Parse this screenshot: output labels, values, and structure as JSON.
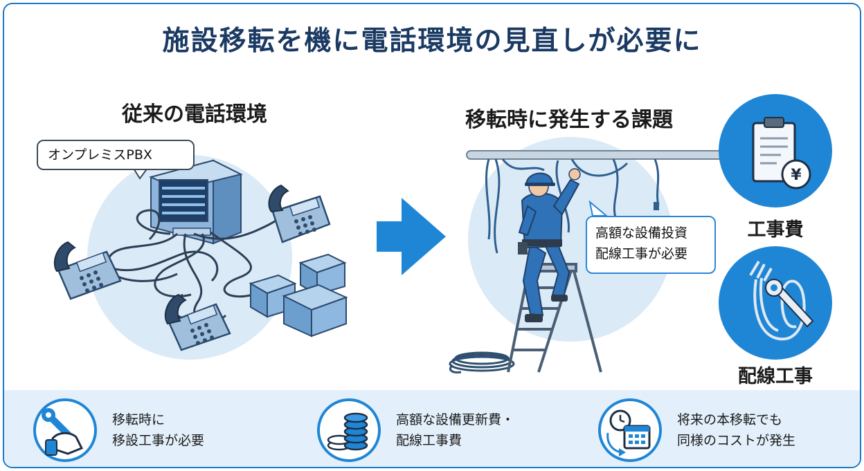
{
  "title": "施設移転を機に電話環境の見直しが必要に",
  "left_section": {
    "title": "従来の電話環境",
    "bubble": "オンプレミスPBX"
  },
  "right_section": {
    "title": "移転時に発生する課題",
    "bubble_line1": "高額な設備投資",
    "bubble_line2": "配線工事が必要"
  },
  "side_labels": {
    "construction_cost": "工事費",
    "wiring_work": "配線工事"
  },
  "features": [
    {
      "line1": "移転時に",
      "line2": "移設工事が必要",
      "icon": "wrench-hand-icon"
    },
    {
      "line1": "高額な設備更新費・",
      "line2": "配線工事費",
      "icon": "coin-stack-icon"
    },
    {
      "line1": "将来の本移転でも",
      "line2": "同様のコストが発生",
      "icon": "clock-calendar-icon"
    }
  ],
  "colors": {
    "accent": "#1f78c8",
    "title": "#1b3a63",
    "light_blue": "#dbeaf7",
    "band": "#e3f0fb"
  }
}
